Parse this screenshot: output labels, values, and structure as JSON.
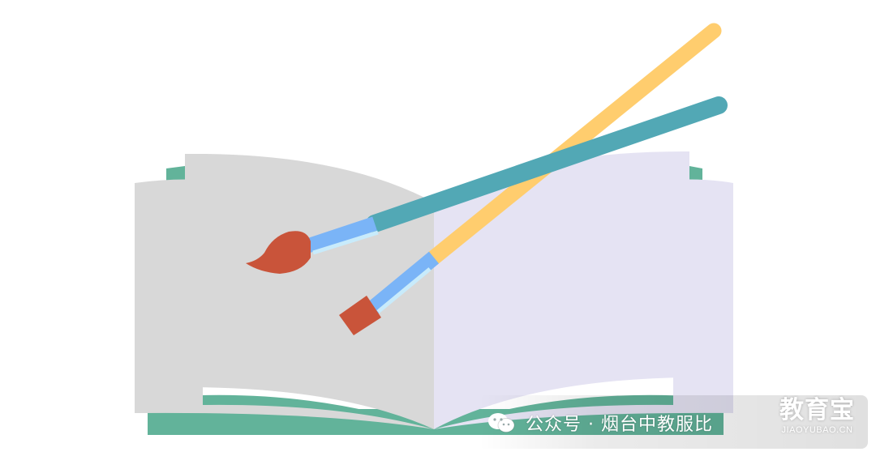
{
  "illustration": {
    "colors": {
      "book_cover": "#62b39a",
      "page_left": "#d8d8d8",
      "page_right": "#e5e3f3",
      "brush_handle_teal": "#52a8b5",
      "brush_handle_yellow": "#ffcd6e",
      "ferrule_blue": "#7ab4f7",
      "ferrule_light": "#c8ebfb",
      "bristle_red": "#c9543a"
    }
  },
  "watermark": {
    "icon": "wechat-icon",
    "text": "公众号 · 烟台中教服比"
  },
  "logo": {
    "main": "教育宝",
    "sub": "JIAOYUBAO.CN"
  }
}
